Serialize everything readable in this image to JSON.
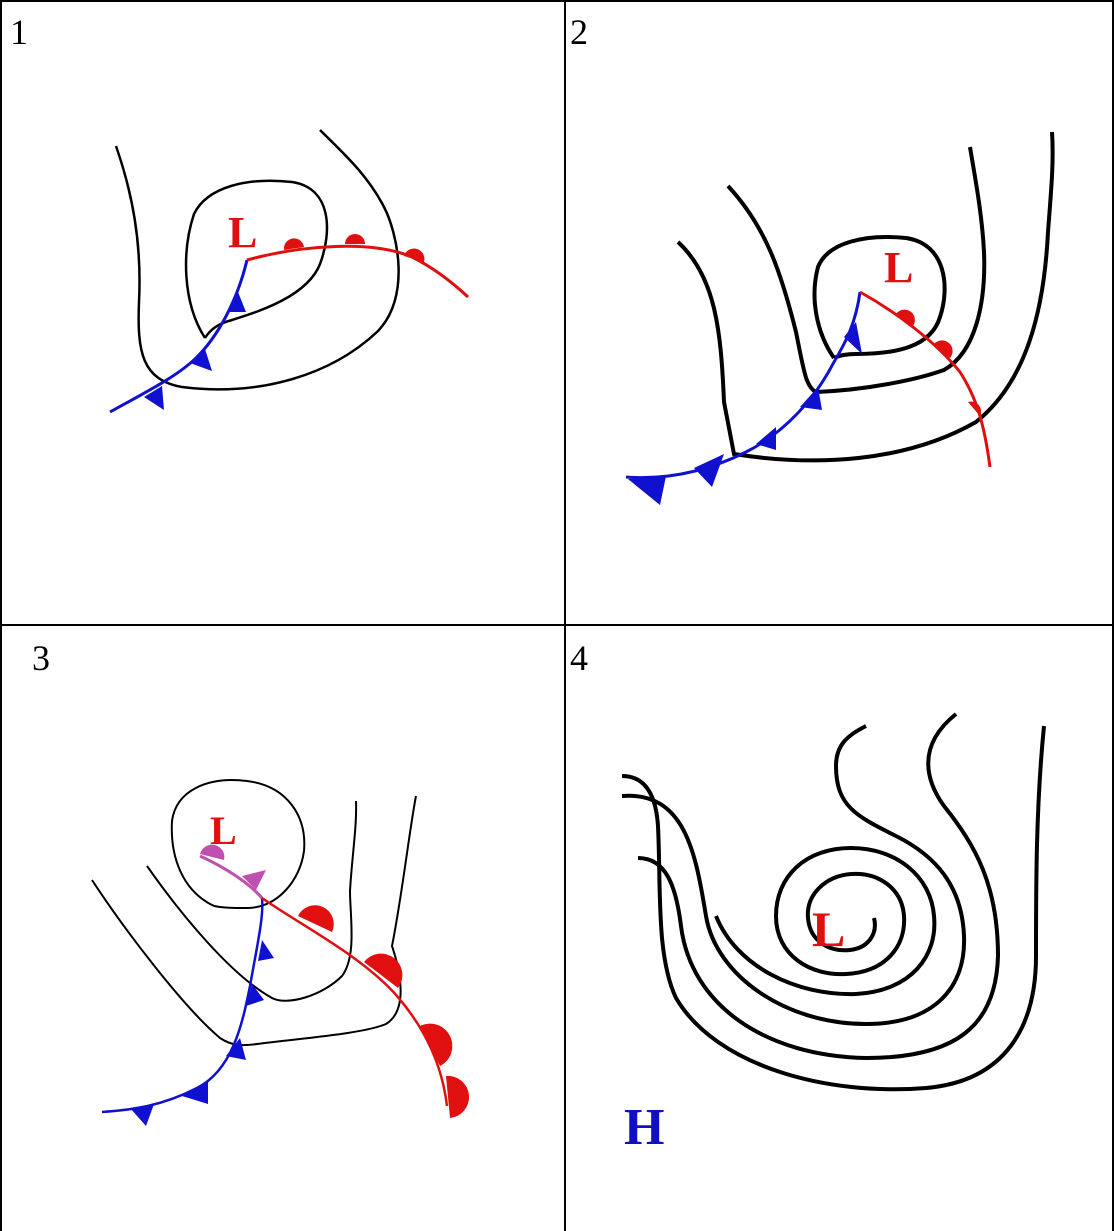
{
  "colors": {
    "isobar": "#000000",
    "cold_front": "#1010d0",
    "warm_front": "#e01010",
    "occluded_front": "#c050b0",
    "low_label": "#e01010",
    "high_label": "#1010c0"
  },
  "panels": [
    {
      "number": "1",
      "low_label": "L"
    },
    {
      "number": "2",
      "low_label": "L"
    },
    {
      "number": "3",
      "low_label": "L"
    },
    {
      "number": "4",
      "low_label": "L",
      "high_label": "H"
    }
  ]
}
